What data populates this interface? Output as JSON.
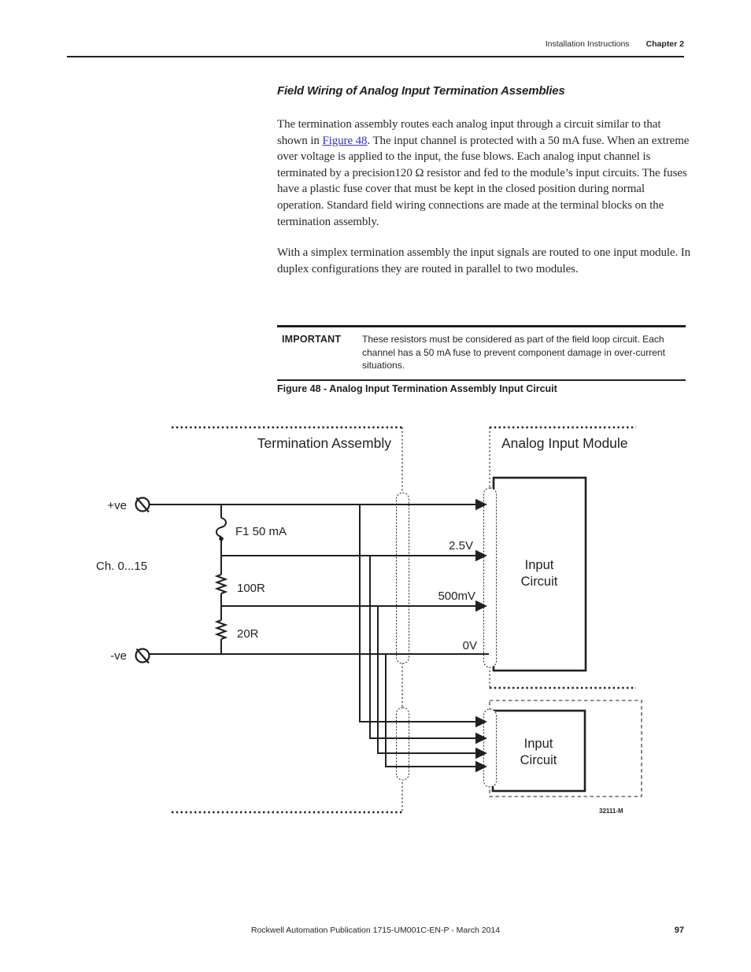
{
  "header": {
    "section": "Installation Instructions",
    "chapter": "Chapter 2"
  },
  "heading": "Field Wiring of Analog Input Termination Assemblies",
  "para1": {
    "before_link": "The termination assembly routes each analog input through a circuit similar to that shown in ",
    "link": "Figure 48",
    "after_link": ". The input channel is protected with a 50 mA fuse. When an extreme over voltage is applied to the input, the fuse blows. Each analog input channel is terminated by a precision120 Ω resistor and fed to the module’s input circuits. The fuses have a plastic fuse cover that must be kept in the closed position during normal operation. Standard field wiring connections are made at the terminal blocks on the termination assembly."
  },
  "para2": "With a simplex termination assembly the input signals are routed to one input module. In duplex configurations they are routed in parallel to two modules.",
  "important": {
    "label": "IMPORTANT",
    "text": "These resistors must be considered as part of the field loop circuit. Each channel has a 50 mA fuse to prevent component damage in over-current situations."
  },
  "figure_caption": "Figure 48 - Analog Input Termination Assembly Input Circuit",
  "diagram": {
    "termination_assembly_label": "Termination Assembly",
    "analog_input_module_label": "Analog Input Module",
    "input_circuit_line1": "Input",
    "input_circuit_line2": "Circuit",
    "pos_terminal_label": "+ve",
    "neg_terminal_label": "-ve",
    "channel_range_label": "Ch. 0...15",
    "fuse_label": "F1 50 mA",
    "resistor1_label": "100R",
    "resistor2_label": "20R",
    "voltage_2v5_label": "2.5V",
    "voltage_500mv_label": "500mV",
    "voltage_0v_label": "0V",
    "figure_id": "32111-M"
  },
  "footer": {
    "publication": "Rockwell Automation Publication 1715-UM001C-EN-P - March 2014",
    "page_number": "97"
  },
  "colors": {
    "ink": "#231f20",
    "link_blue": "#3333cc"
  }
}
